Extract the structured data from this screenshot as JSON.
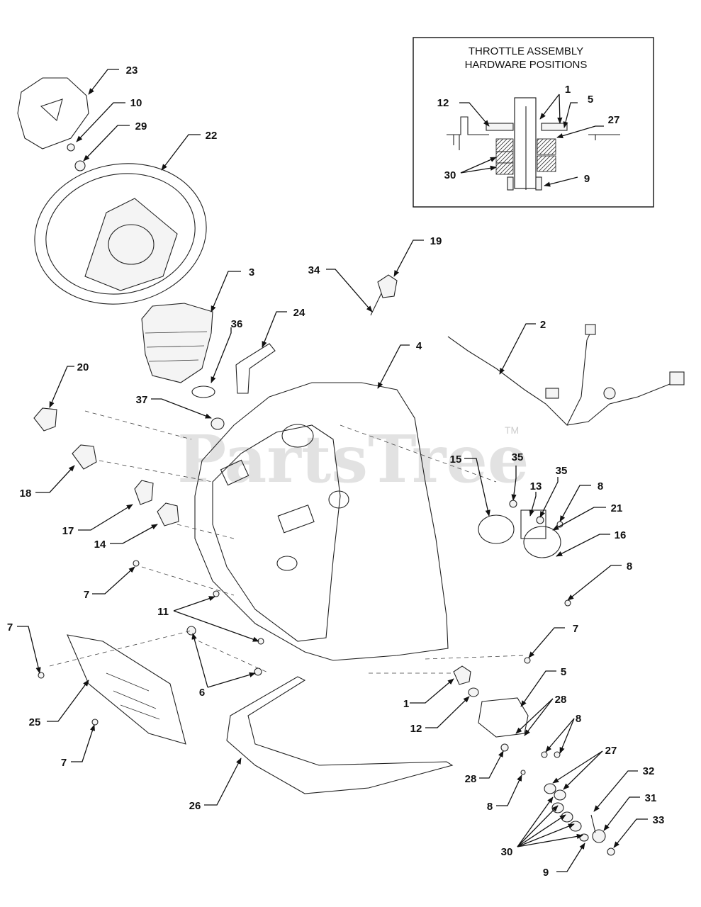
{
  "inset": {
    "title_line1": "THROTTLE ASSEMBLY",
    "title_line2": "HARDWARE POSITIONS",
    "callouts": [
      "1",
      "5",
      "12",
      "27",
      "30",
      "9"
    ]
  },
  "callouts": [
    "23",
    "10",
    "29",
    "22",
    "3",
    "36",
    "24",
    "34",
    "19",
    "4",
    "2",
    "20",
    "37",
    "18",
    "17",
    "14",
    "15",
    "35",
    "13",
    "35",
    "8",
    "21",
    "16",
    "8",
    "7",
    "11",
    "7",
    "6",
    "25",
    "7",
    "7",
    "1",
    "5",
    "28",
    "12",
    "8",
    "28",
    "8",
    "27",
    "32",
    "31",
    "33",
    "30",
    "9",
    "26"
  ],
  "watermark": {
    "text": "PartsTree",
    "tm": "TM"
  }
}
